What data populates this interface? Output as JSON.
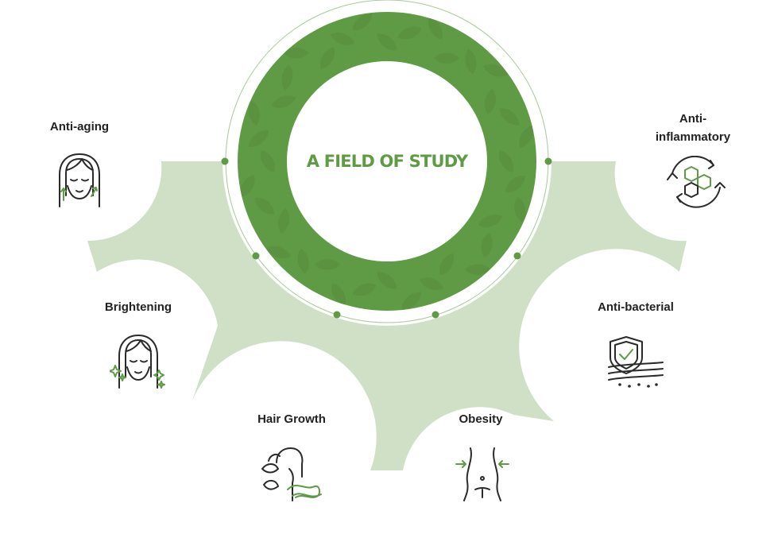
{
  "colors": {
    "band": "#cfe0c6",
    "ring": "#5f9a45",
    "leaf": "#558c3c",
    "orbit": "#a9c99a",
    "dot": "#5f9a45",
    "icon_stroke": "#2a2a2a",
    "icon_accent": "#5f9a45"
  },
  "center": {
    "title": "A FIELD OF STUDY"
  },
  "items": [
    {
      "label": "Anti-aging",
      "icon": "face-lift-icon"
    },
    {
      "label": "Brightening",
      "icon": "face-sparkle-icon"
    },
    {
      "label": "Hair Growth",
      "icon": "hair-leaf-icon"
    },
    {
      "label": "Obesity",
      "icon": "waist-slim-icon"
    },
    {
      "label": "Anti-bacterial",
      "icon": "shield-check-icon"
    },
    {
      "label": "Anti-\ninflammatory",
      "icon": "molecule-cycle-icon"
    }
  ]
}
